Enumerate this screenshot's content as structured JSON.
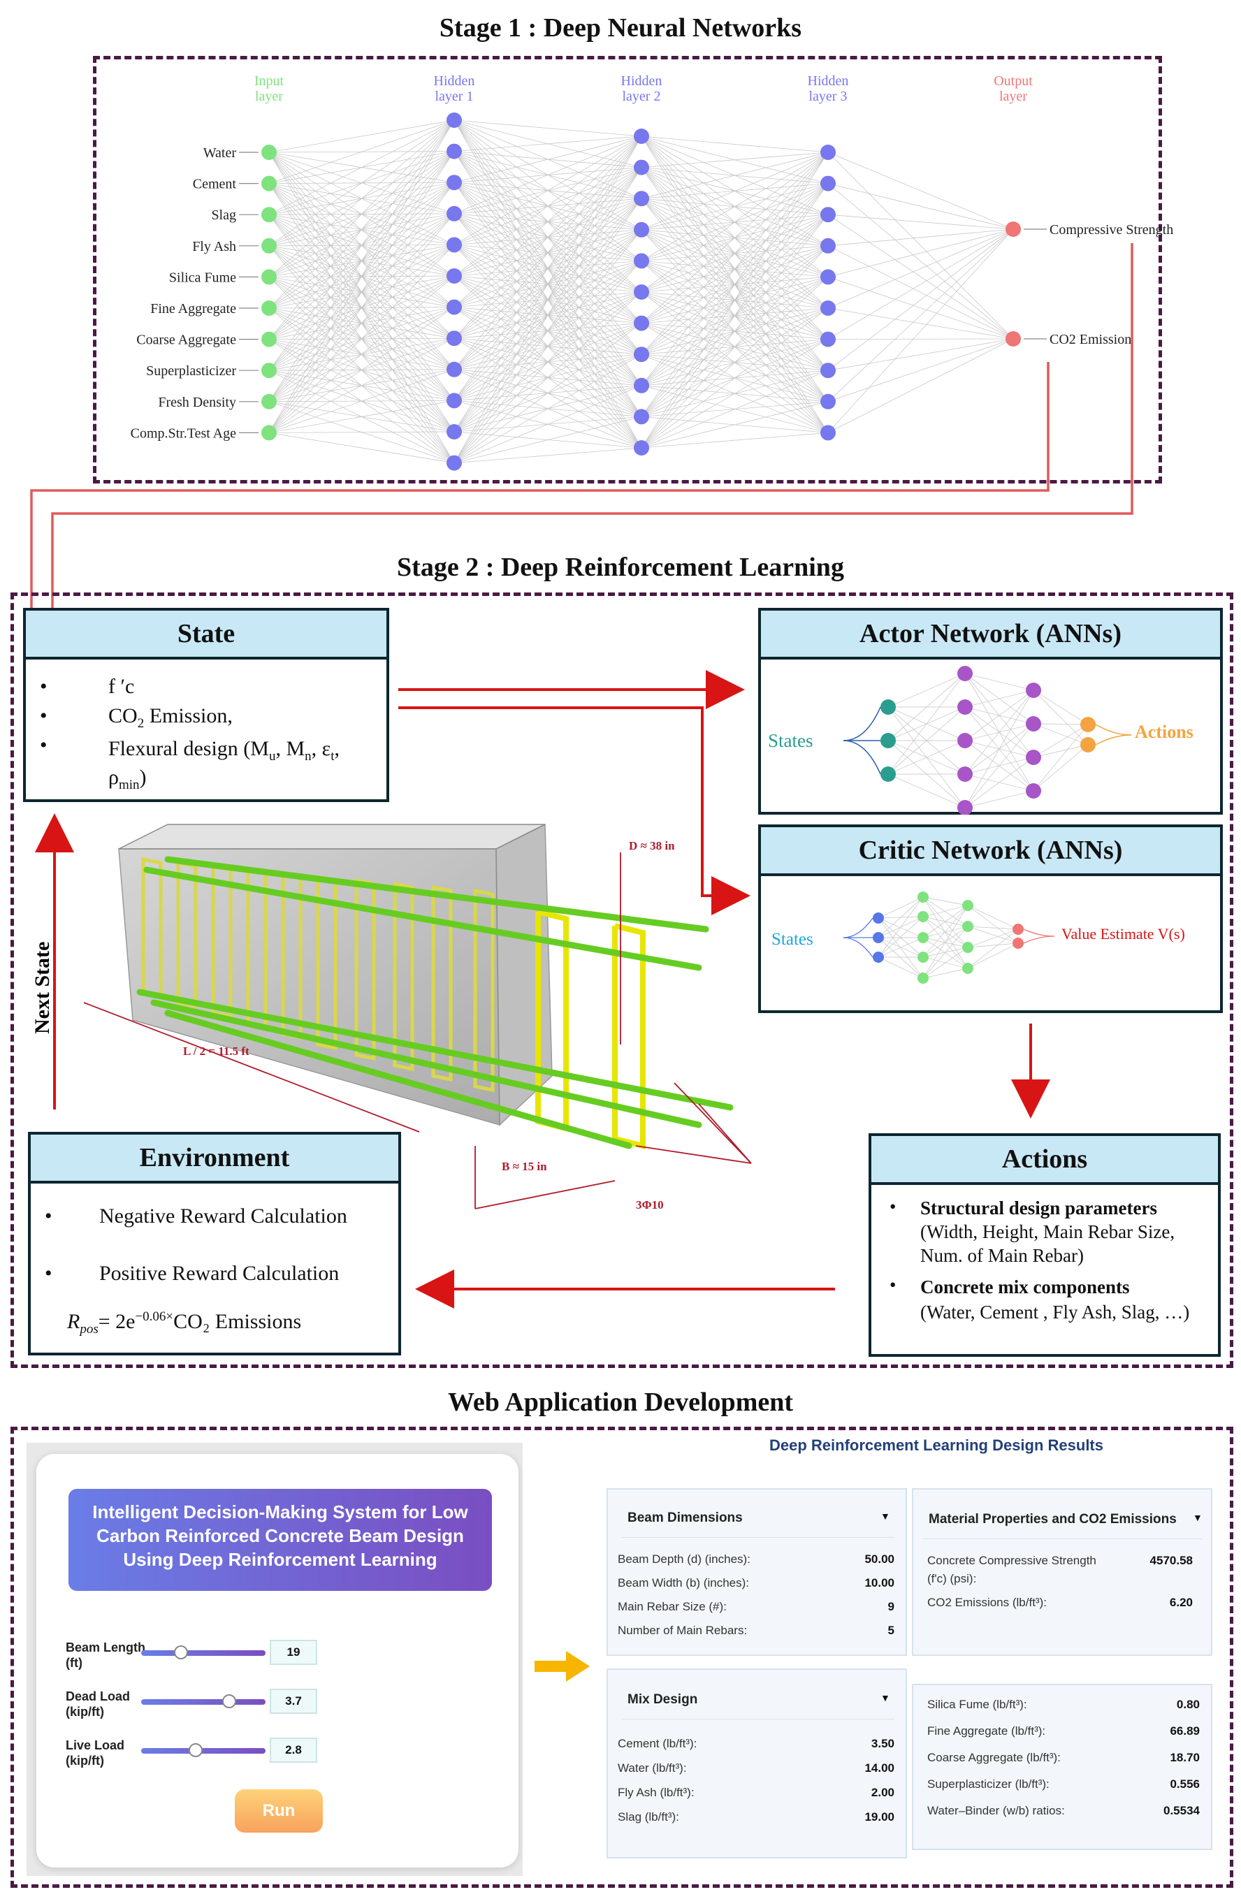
{
  "stage1": {
    "title": "Stage 1 : Deep Neural Networks",
    "layer_labels": [
      {
        "line1": "Input",
        "line2": "layer",
        "color": "#7ee37e"
      },
      {
        "line1": "Hidden",
        "line2": "layer 1",
        "color": "#7777ee"
      },
      {
        "line1": "Hidden",
        "line2": "layer 2",
        "color": "#7777ee"
      },
      {
        "line1": "Hidden",
        "line2": "layer 3",
        "color": "#7777ee"
      },
      {
        "line1": "Output",
        "line2": "layer",
        "color": "#f07575"
      }
    ],
    "inputs": [
      "Water",
      "Cement",
      "Slag",
      "Fly Ash",
      "Silica Fume",
      "Fine Aggregate",
      "Coarse Aggregate",
      "Superplasticizer",
      "Fresh Density",
      "Comp.Str.Test Age"
    ],
    "outputs": [
      "Compressive Strength",
      "CO2 Emission"
    ],
    "colors": {
      "input": "#7ee37e",
      "hidden": "#7777ee",
      "output": "#f07575",
      "border": "#4a1a45"
    }
  },
  "stage2": {
    "title": "Stage 2 : Deep Reinforcement Learning",
    "state": {
      "title": "State",
      "b1": "f ′c",
      "b2_main": "CO",
      "b2_sub": "2",
      "b2_tail": " Emission,",
      "b3_a": "Flexural design (M",
      "b3_s1": "u",
      "b3_b": ", M",
      "b3_s2": "n",
      "b3_c": ", ε",
      "b3_s3": "t",
      "b3_d": ",",
      "b3_e": "ρ",
      "b3_s4": "min",
      "b3_f": ")"
    },
    "actor": {
      "title": "Actor Network (ANNs)",
      "in_label": "States",
      "out_label": "Actions"
    },
    "critic": {
      "title": "Critic Network (ANNs)",
      "in_label": "States",
      "out_label": "Value Estimate V(s)"
    },
    "next_state": "Next State",
    "beam": {
      "depth": "D ≈ 38 in",
      "length": "L / 2 = 11.5 ft",
      "width": "B ≈ 15 in",
      "rebar": "3Φ10"
    },
    "environment": {
      "title": "Environment",
      "b1": "Negative Reward Calculation",
      "b2": "Positive Reward Calculation",
      "formula_lhs": "R",
      "formula_sub": "pos",
      "formula_eq": "= 2e",
      "formula_exp": "−0.06×",
      "formula_tail": "CO₂ Emissions"
    },
    "actions": {
      "title": "Actions",
      "b1_bold": "Structural design parameters",
      "b1_text": "(Width, Height, Main Rebar Size, Num. of Main Rebar)",
      "b2_bold": "Concrete mix components",
      "b2_text": "(Water, Cement , Fly Ash, Slag, …)"
    }
  },
  "stage3": {
    "title": "Web Application Development",
    "app": {
      "header": "Intelligent Decision-Making System for Low Carbon Reinforced Concrete Beam Design Using Deep Reinforcement Learning",
      "sliders": [
        {
          "label_l1": "Beam Length",
          "label_l2": "(ft)",
          "value": "19",
          "fraction": 0.32
        },
        {
          "label_l1": "Dead Load",
          "label_l2": "(kip/ft)",
          "value": "3.7",
          "fraction": 0.71
        },
        {
          "label_l1": "Live Load",
          "label_l2": "(kip/ft)",
          "value": "2.8",
          "fraction": 0.44
        }
      ],
      "run": "Run"
    },
    "results": {
      "title": "Deep Reinforcement Learning Design Results",
      "beam": {
        "title": "Beam Dimensions",
        "rows": [
          {
            "label": "Beam Depth (d) (inches):",
            "value": "50.00"
          },
          {
            "label": "Beam Width (b) (inches):",
            "value": "10.00"
          },
          {
            "label": "Main Rebar Size (#):",
            "value": "9"
          },
          {
            "label": "Number of Main Rebars:",
            "value": "5"
          }
        ]
      },
      "material": {
        "title": "Material Properties and CO2 Emissions",
        "fc_label_l1": "Concrete Compressive Strength",
        "fc_label_l2": "(f'c) (psi):",
        "fc_value": "4570.58",
        "co2_label": "CO2 Emissions (lb/ft³):",
        "co2_value": "6.20"
      },
      "mix": {
        "title": "Mix Design",
        "rows": [
          {
            "label": "Cement (lb/ft³):",
            "value": "3.50"
          },
          {
            "label": "Water (lb/ft³):",
            "value": "14.00"
          },
          {
            "label": "Fly Ash (lb/ft³):",
            "value": "2.00"
          },
          {
            "label": "Slag (lb/ft³):",
            "value": "19.00"
          }
        ]
      },
      "mix2": {
        "rows": [
          {
            "label": "Silica Fume (lb/ft³):",
            "value": "0.80"
          },
          {
            "label": "Fine Aggregate (lb/ft³):",
            "value": "66.89"
          },
          {
            "label": "Coarse Aggregate (lb/ft³):",
            "value": "18.70"
          },
          {
            "label": "Superplasticizer (lb/ft³):",
            "value": "0.556"
          },
          {
            "label": "Water–Binder (w/b) ratios:",
            "value": "0.5534"
          }
        ]
      }
    }
  }
}
